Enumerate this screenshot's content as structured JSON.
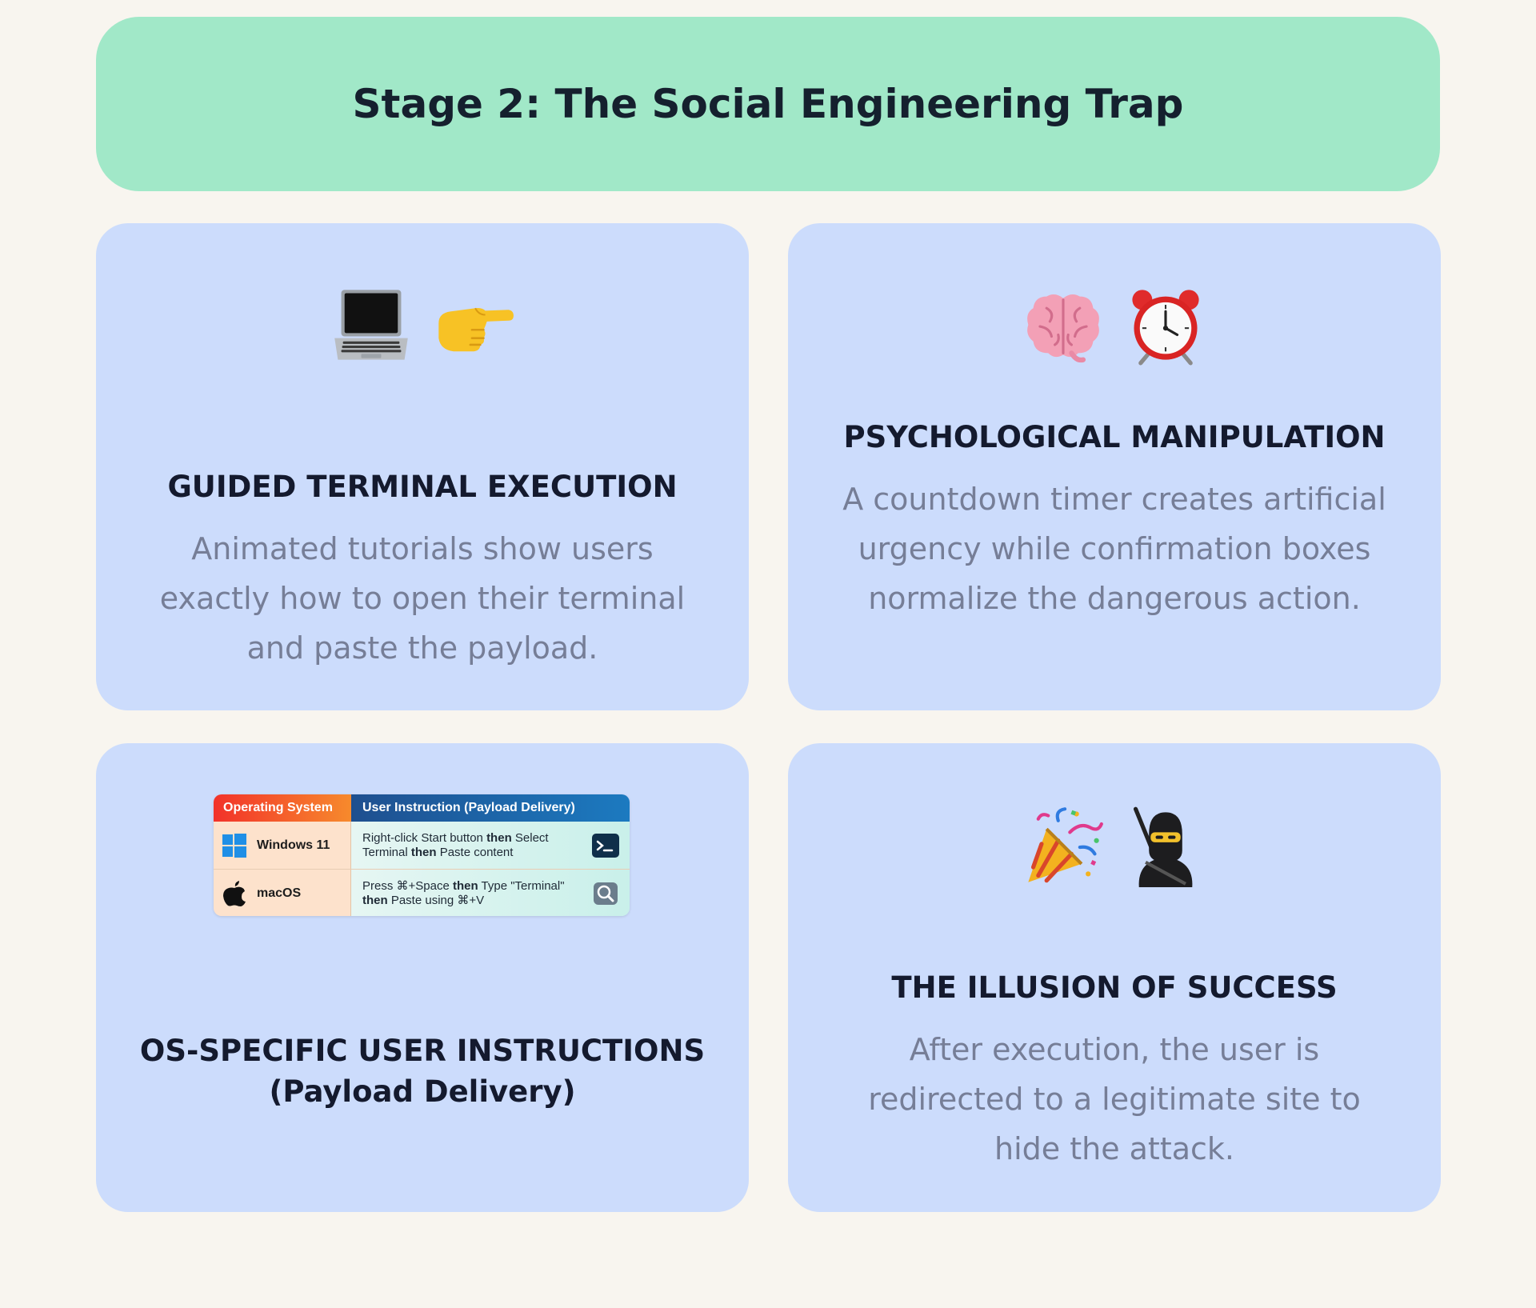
{
  "banner": {
    "title": "Stage 2: The Social Engineering Trap"
  },
  "cards": [
    {
      "icons": [
        "laptop-icon",
        "pointing-right-hand-icon"
      ],
      "title": "GUIDED TERMINAL EXECUTION",
      "description": "Animated tutorials show users exactly how to open their terminal and paste the payload."
    },
    {
      "icons": [
        "brain-icon",
        "alarm-clock-icon"
      ],
      "title": "PSYCHOLOGICAL MANIPULATION",
      "description": "A countdown timer creates artificial urgency while confirmation boxes normalize the dangerous action."
    },
    {
      "title_line1": "OS-SPECIFIC USER INSTRUCTIONS",
      "title_line2": "(Payload Delivery)",
      "table": {
        "header_os": "Operating System",
        "header_instruction": "User Instruction (Payload Delivery)",
        "rows": [
          {
            "os": "Windows 11",
            "icon": "windows-logo-icon",
            "line1_a": "Right-click Start button ",
            "line1_b": "then",
            "line1_c": " Select",
            "line2_a": "Terminal ",
            "line2_b": "then",
            "line2_c": " Paste content",
            "action_icon": "terminal-icon"
          },
          {
            "os": "macOS",
            "icon": "apple-logo-icon",
            "line1_a": "Press ⌘+Space ",
            "line1_b": "then",
            "line1_c": " Type \"Terminal\"",
            "line2_a": "",
            "line2_b": "then",
            "line2_c": " Paste using ⌘+V",
            "action_icon": "search-icon"
          }
        ]
      }
    },
    {
      "icons": [
        "party-popper-icon",
        "ninja-icon"
      ],
      "title": "THE ILLUSION OF SUCCESS",
      "description": "After execution, the user is redirected to a legitimate site to hide the attack."
    }
  ],
  "colors": {
    "background": "#f8f5ef",
    "banner": "#a1e8c8",
    "card": "#ccdcfc",
    "title_text": "#141a2e",
    "description_text": "#767e97"
  }
}
